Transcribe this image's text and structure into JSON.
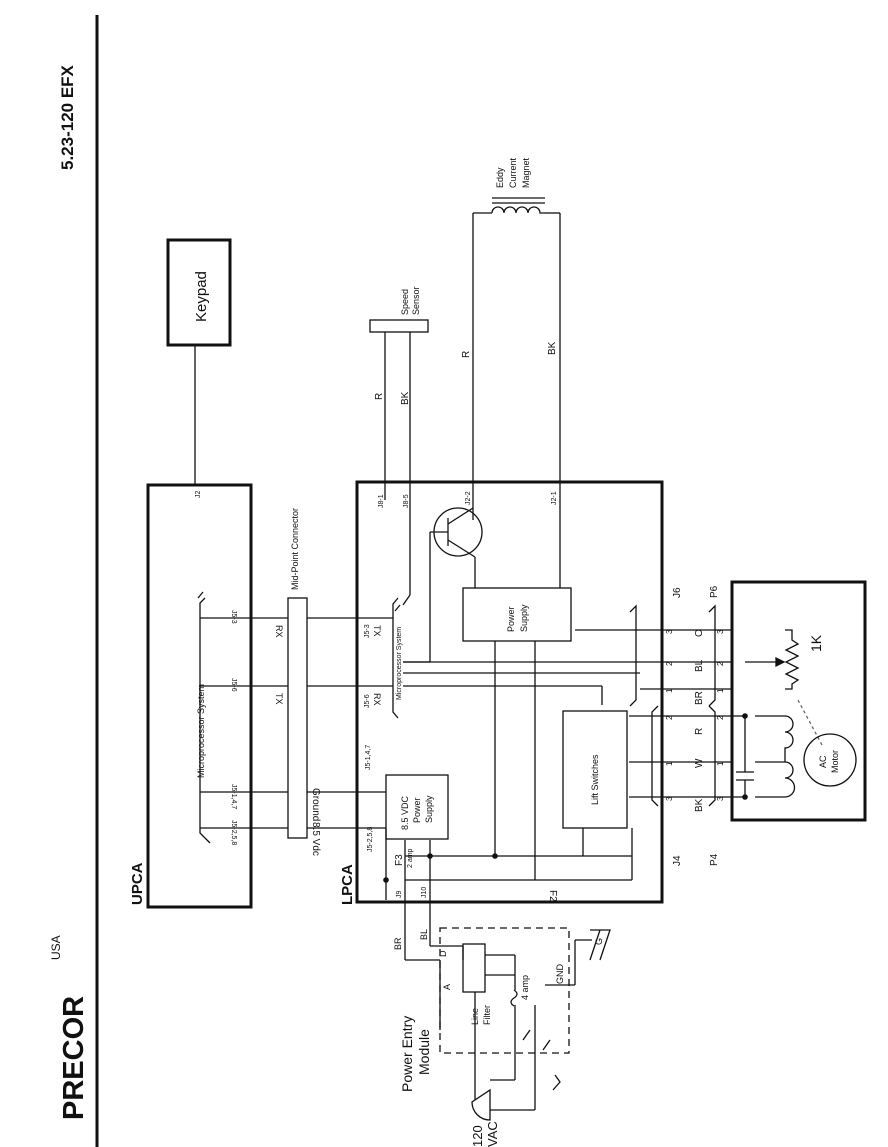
{
  "doc_number": "5.23-120 EFX",
  "brand": {
    "name": "PRECOR",
    "suffix": "USA"
  },
  "colors": {
    "ink": "#111111",
    "paper": "#ffffff",
    "leader": "#666666"
  },
  "labels": {
    "keypad": "Keypad",
    "eddy_magnet": [
      "Eddy",
      "Current",
      "Magnet"
    ],
    "speed_sensor": [
      "Speed",
      "Sensor"
    ],
    "upca": "UPCA",
    "lpca": "LPCA",
    "mid_point_connector": "Mid-Point Connector",
    "micro_upca": "Microprocessor System",
    "micro_lpca": "Microprocessor System",
    "power_supply": [
      "Power",
      "Supply"
    ],
    "vdc_supply": [
      "8.5 VDC",
      "Power",
      "Supply"
    ],
    "lift_switches": "Lift Switches",
    "ac_motor": [
      "AC",
      "Motor"
    ],
    "pot": "1K",
    "line_filter": [
      "Line",
      "Filter"
    ],
    "power_entry": [
      "Power Entry",
      "Module"
    ],
    "vac": [
      "120",
      "VAC"
    ],
    "gnd": "GND",
    "amp4": "4 amp",
    "amp2": "2 amp",
    "f3": "F3",
    "f2": "F2",
    "terminal_a": "A",
    "terminal_d": "D",
    "ground_g": "G"
  },
  "wires": {
    "speed_r": "R",
    "speed_bk": "BK",
    "eddy_r": "R",
    "eddy_bk": "BK",
    "pe_br": "BR",
    "pe_bl": "BL",
    "j6_colors": [
      "O",
      "BL",
      "BR",
      "R",
      "W",
      "BK"
    ],
    "signals_left": [
      "RX",
      "TX",
      "Ground",
      "8.5 Vdc"
    ],
    "signals_right": [
      "TX",
      "RX"
    ]
  },
  "connectors": {
    "j2": "J2",
    "j2_2": "J2-2",
    "j2_1": "J2-1",
    "j8_1": "J8-1",
    "j8_5": "J8-5",
    "j5_3u": "J5-3",
    "j5_6u": "J5-6",
    "j5_147u": "J5-1,4,7",
    "j5_258u": "J5-2,5,8",
    "j5_3l": "J5-3",
    "j5_6l": "J5-6",
    "j5_147l": "J5-1,4,7",
    "j5_258l": "J5-2,5,8",
    "j9": "J9",
    "j10": "J10",
    "j6": "J6",
    "p6": "P6",
    "j4": "J4",
    "p4": "P4",
    "j6_pins": [
      "3",
      "2",
      "1",
      "2",
      "1",
      "3"
    ],
    "p6_pins": [
      "3",
      "2",
      "1",
      "2",
      "1",
      "3"
    ]
  }
}
